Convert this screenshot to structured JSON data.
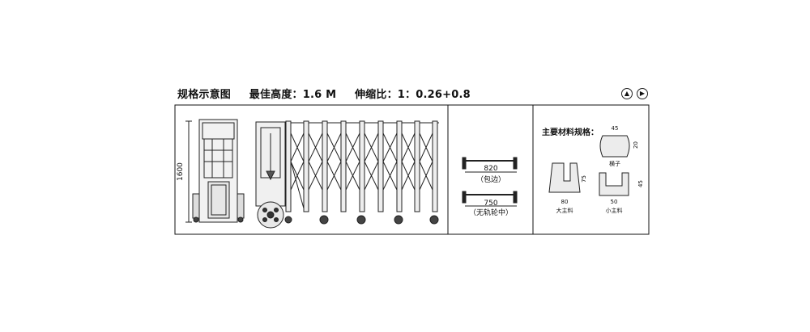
{
  "header": {
    "spec_title": "规格示意图",
    "max_height": "最佳高度：1.6 M",
    "ratio": "伸缩比：1：0.26+0.8"
  },
  "nav": {
    "up_symbol": "▲",
    "right_symbol": "▶"
  },
  "gate_drawing": {
    "height_dim": "1600"
  },
  "track_section": {
    "dim_top": "820",
    "label_top": "（包边）",
    "dim_bottom": "750",
    "label_bottom": "（无轨轮中）"
  },
  "materials": {
    "heading": "主要材料规格：",
    "crossbar": {
      "width": "45",
      "height": "20",
      "name": "横子"
    },
    "large_profile": {
      "width": "80",
      "height": "75",
      "name": "大主料"
    },
    "small_profile": {
      "width": "50",
      "height": "45",
      "name": "小主料"
    }
  }
}
